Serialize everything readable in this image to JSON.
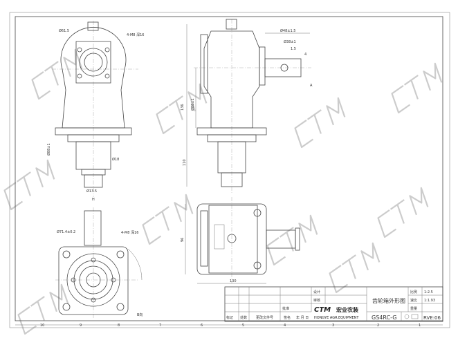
{
  "drawing": {
    "title": "齿轮箱外形图",
    "model": "GS4RC-G",
    "revision": "RVE:06",
    "scale_label": "比例",
    "scale": "1:2.5",
    "ratio_label": "速比",
    "ratio": "1:1.93",
    "weight_label": "重量",
    "design_label": "设计",
    "review_label": "审核",
    "approve_label": "批准",
    "mark_label": "标记",
    "count_label": "处数",
    "change_doc_label": "更改文件号",
    "sign_label": "签名",
    "date_label": "年 月 日",
    "logo_text": "CTM",
    "company_cn": "宏业农装",
    "company_en": "HONGYE AGR.EQUIPMENT",
    "watermark": "CTM"
  },
  "zone_numbers": [
    "10",
    "9",
    "8",
    "7",
    "6",
    "5",
    "4",
    "3",
    "2",
    "1"
  ],
  "dimensions": {
    "shaft_dia_front": "Ø61.5",
    "bolt_note": "4-M8 深16",
    "flange_dia": "Ø18",
    "nut_dia": "Ø13.5",
    "shaft_len": "Ø48±1.5",
    "key_len": "Ø38±1",
    "offset_small": "1.5",
    "offset_4": "4",
    "height_total": "136",
    "height_upper": "Ø88±1",
    "height_lower": "110",
    "view_b": "B向",
    "view_h": "H",
    "view_a": "A",
    "width_bottom": "Ø71.4±0.2",
    "width_top": "130",
    "depth_top": "96"
  }
}
